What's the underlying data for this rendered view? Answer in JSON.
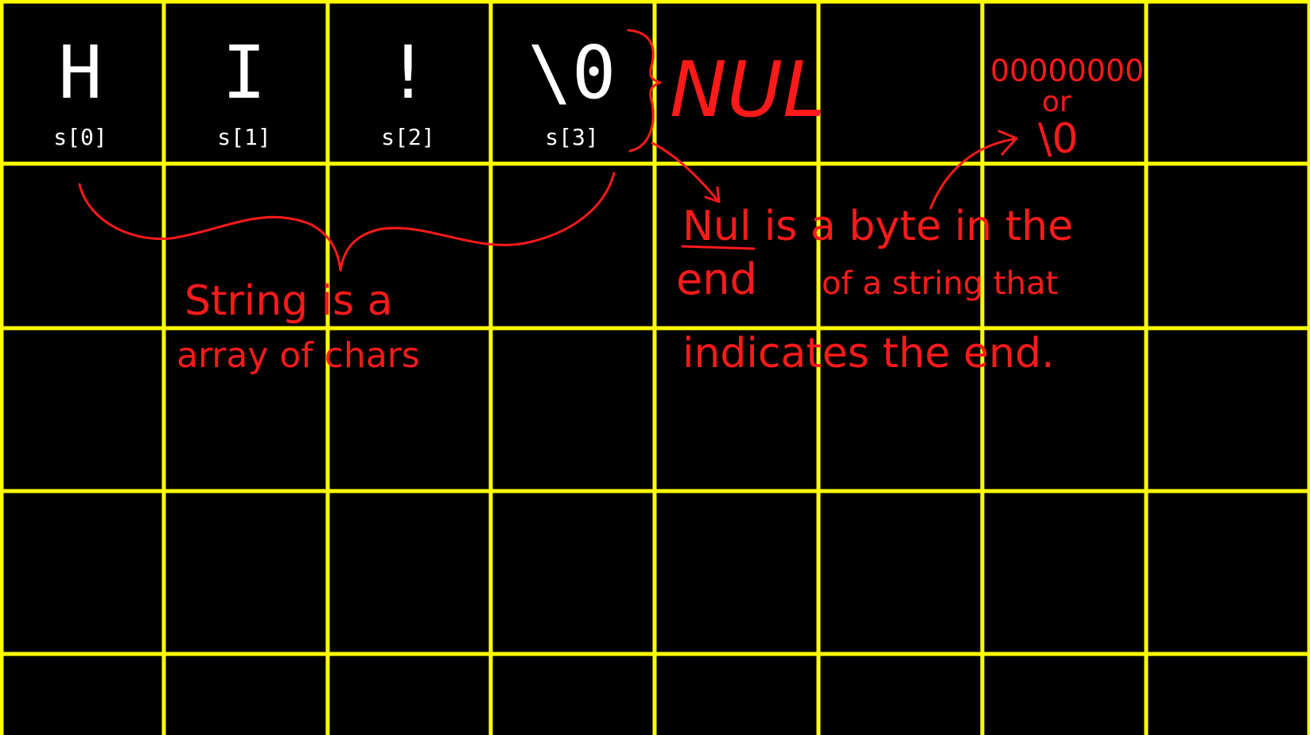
{
  "colors": {
    "background": "#000000",
    "grid": "#ffff00",
    "text": "#ffffff",
    "ink": "#ff1a1a"
  },
  "cells": [
    {
      "char": "H",
      "index": "s[0]"
    },
    {
      "char": "I",
      "index": "s[1]"
    },
    {
      "char": "!",
      "index": "s[2]"
    },
    {
      "char": "\\0",
      "index": "s[3]"
    }
  ],
  "annotations": {
    "nul_label": "NUL",
    "binary_value": "00000000",
    "or_word": "or",
    "escape_value": "\\0",
    "string_note_line1": "String is a",
    "string_note_line2": "array of chars",
    "nul_note_line1": "Nul is a byte in the",
    "nul_note_line2_a": "end",
    "nul_note_line2_b": "of a string that",
    "nul_note_line3": "indicates the end."
  }
}
